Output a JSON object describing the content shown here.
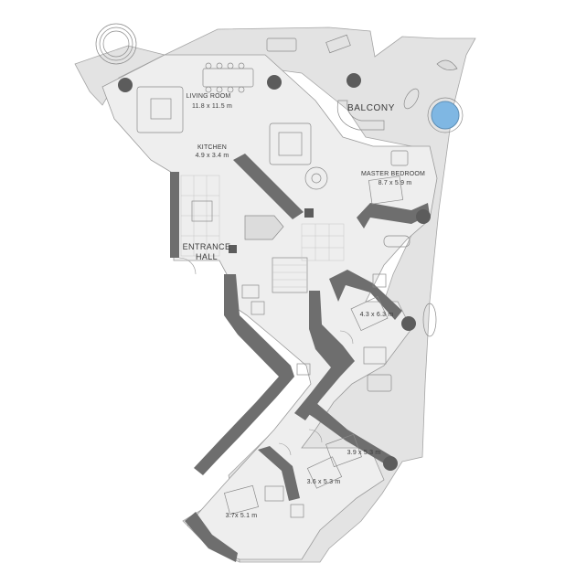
{
  "rooms": {
    "living": {
      "name": "LIVING ROOM",
      "size": "11.8 x 11.5 m"
    },
    "kitchen": {
      "name": "KITCHEN",
      "size": "4.9 x 3.4 m"
    },
    "entrance": {
      "line1": "ENTRANCE",
      "line2": "HALL"
    },
    "balcony": {
      "name": "BALCONY"
    },
    "master": {
      "name": "MASTER BEDROOM",
      "size": "8.7 x 5.9 m"
    },
    "bedroom2": {
      "size": "4.3 x 6.3 m"
    },
    "bedroom3": {
      "size": "3.9 x 5.3 m"
    },
    "bedroom4": {
      "size": "3.6 x 5.3 m"
    },
    "bedroom5": {
      "size": "3.7x 5.1 m"
    }
  },
  "colors": {
    "wall": "#6e6e6e",
    "column": "#5c5c5c",
    "floor": "#eeeeee",
    "terrace": "#e3e3e3",
    "pool": "#7fb7e3",
    "label": "#3a3a3a"
  }
}
